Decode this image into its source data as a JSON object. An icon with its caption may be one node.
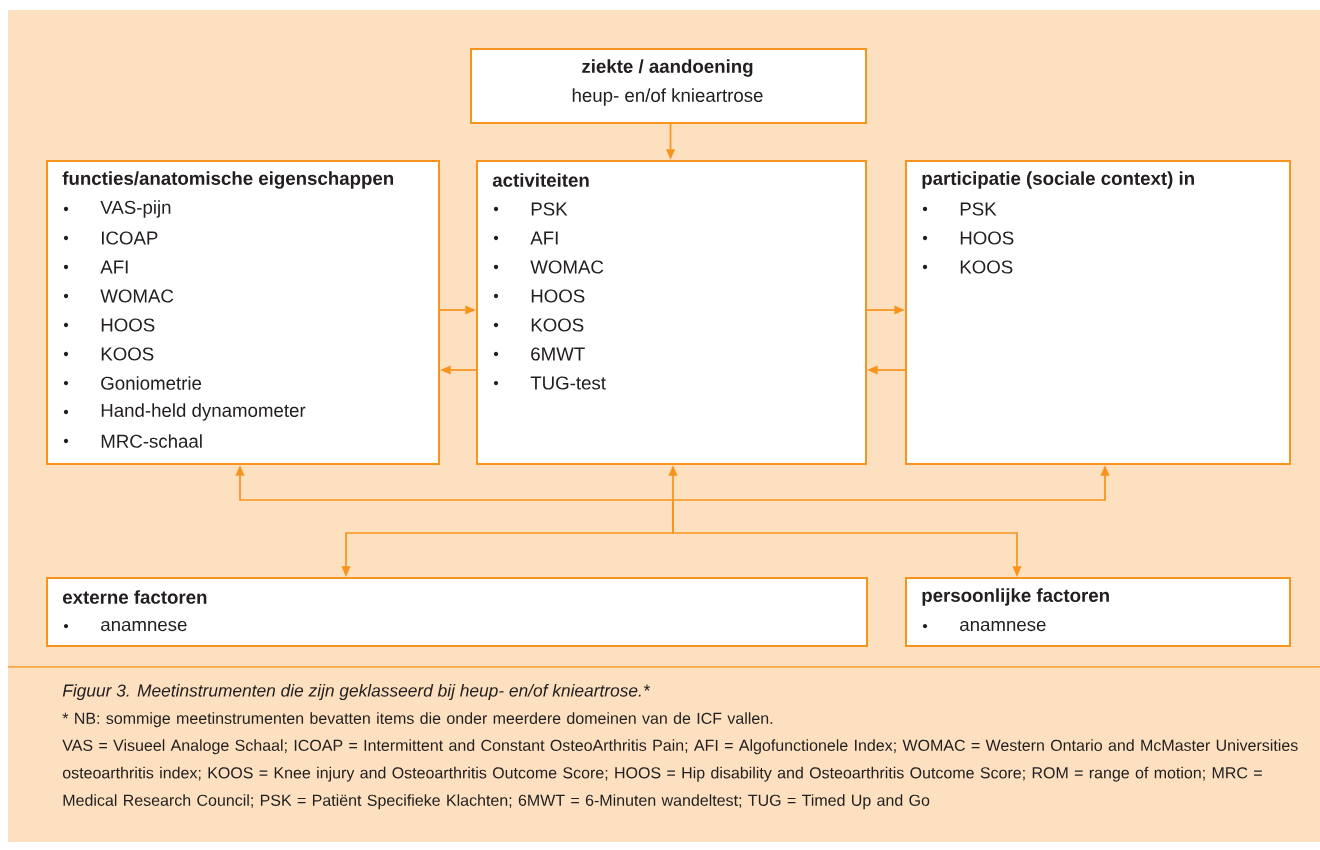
{
  "diagram": {
    "caption": "Figuur 3. Meetinstrumenten die zijn geklasseerd bij heup- en/of knieartrose.*",
    "nodes": [
      {
        "text": [
          "ziekte / aandoening",
          "heup- en/of knieartrose"
        ]
      },
      {
        "text": [
          "functies/anatomische eigenschappen",
          "VAS-pijn",
          "ICOAP",
          "AFI",
          "WOMAC",
          "HOOS",
          "KOOS",
          "Goniometrie",
          "Hand-held dynamometer",
          "MRC-schaal"
        ]
      },
      {
        "text": [
          "activiteiten",
          "PSK",
          "AFI",
          "WOMAC",
          "HOOS",
          "KOOS",
          "6MWT",
          "TUG-test"
        ]
      },
      {
        "text": [
          "participatie (sociale context) in",
          "PSK",
          "HOOS",
          "KOOS"
        ]
      },
      {
        "text": [
          "externe factoren",
          "anamnese"
        ]
      },
      {
        "text": [
          "persoonlijke factoren",
          "anamnese"
        ]
      }
    ],
    "edges": [
      {
        "from": 0,
        "to": 2,
        "arrow": "to"
      },
      {
        "from": 1,
        "to": 2,
        "arrow": "to"
      },
      {
        "from": 2,
        "to": 1,
        "arrow": "to"
      },
      {
        "from": 2,
        "to": 3,
        "arrow": "to"
      },
      {
        "from": 3,
        "to": 2,
        "arrow": "to"
      },
      {
        "from": 4,
        "to": 1,
        "arrow": "both"
      },
      {
        "from": 5,
        "to": 3,
        "arrow": "both"
      },
      {
        "from": null,
        "to": 2,
        "arrow": "to"
      }
    ],
    "labels": [
      "* NB: sommige meetinstrumenten bevatten items die onder meerdere domeinen van de ICF vallen.",
      "VAS = Visueel Analoge Schaal; ICOAP = Intermittent and Constant OsteoArthritis Pain; AFI = Algofunctionele Index; WOMAC = Western Ontario and McMaster Universities osteoarthritis index; KOOS = Knee injury and Osteoarthritis Outcome Score; HOOS = Hip disability and Osteoarthritis Outcome Score; ROM = range of motion; MRC = Medical Research Council; PSK = Patiënt Specifieke Klachten; 6MWT = 6-Minuten wandeltest; TUG = Timed Up and Go"
    ]
  }
}
